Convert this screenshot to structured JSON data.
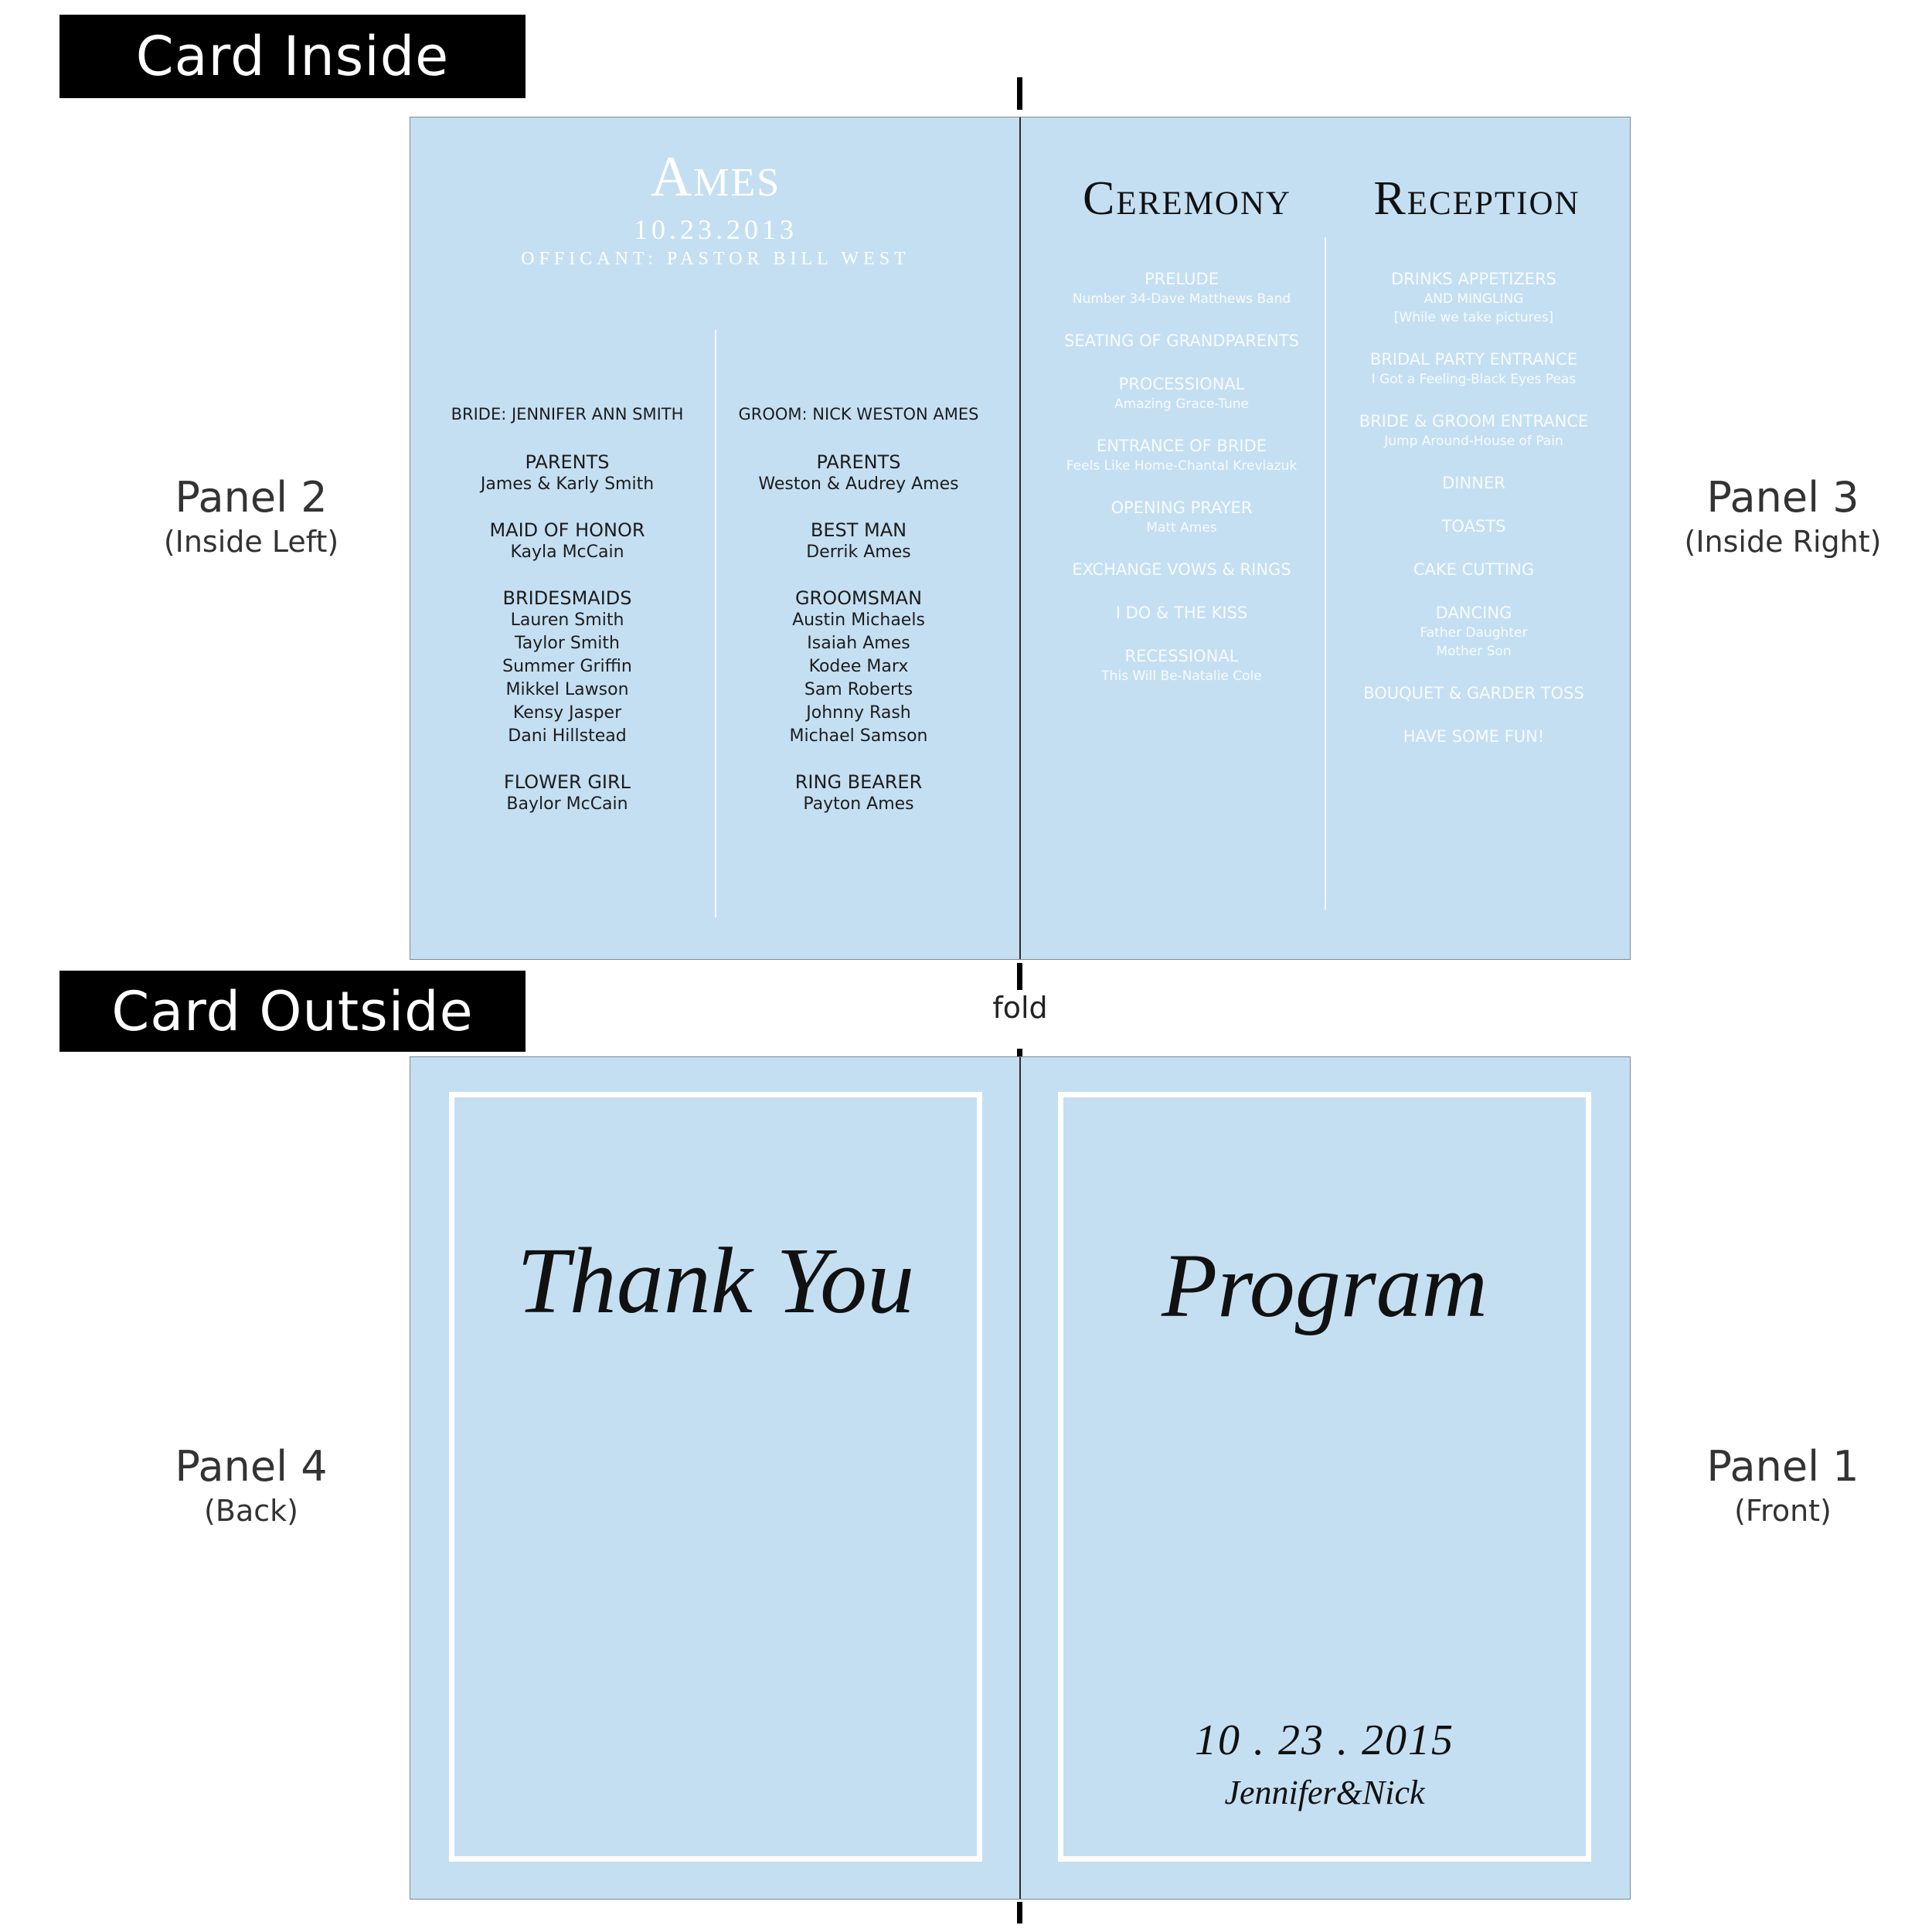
{
  "labels": {
    "card_inside": "Card Inside",
    "card_outside": "Card Outside",
    "fold": "fold",
    "panel2": {
      "name": "Panel 2",
      "desc": "(Inside Left)"
    },
    "panel3": {
      "name": "Panel 3",
      "desc": "(Inside Right)"
    },
    "panel4": {
      "name": "Panel 4",
      "desc": "(Back)"
    },
    "panel1": {
      "name": "Panel 1",
      "desc": "(Front)"
    }
  },
  "inside_left": {
    "surname": "Ames",
    "date": "10.23.2013",
    "officiant": "OFFICANT: PASTOR BILL WEST",
    "bride_side": {
      "lead": "BRIDE: JENNIFER ANN SMITH",
      "groups": [
        {
          "role": "PARENTS",
          "names": [
            "James & Karly Smith"
          ]
        },
        {
          "role": "MAID OF HONOR",
          "names": [
            "Kayla McCain"
          ]
        },
        {
          "role": "BRIDESMAIDS",
          "names": [
            "Lauren Smith",
            "Taylor Smith",
            "Summer Griffin",
            "Mikkel Lawson",
            "Kensy Jasper",
            "Dani Hillstead"
          ]
        },
        {
          "role": "FLOWER GIRL",
          "names": [
            "Baylor McCain"
          ]
        }
      ]
    },
    "groom_side": {
      "lead": "GROOM: NICK WESTON AMES",
      "groups": [
        {
          "role": "PARENTS",
          "names": [
            "Weston & Audrey Ames"
          ]
        },
        {
          "role": "BEST MAN",
          "names": [
            "Derrik Ames"
          ]
        },
        {
          "role": "GROOMSMAN",
          "names": [
            "Austin Michaels",
            "Isaiah Ames",
            "Kodee Marx",
            "Sam Roberts",
            "Johnny Rash",
            "Michael Samson"
          ]
        },
        {
          "role": "RING BEARER",
          "names": [
            "Payton Ames"
          ]
        }
      ]
    }
  },
  "inside_right": {
    "ceremony_title": "Ceremony",
    "reception_title": "Reception",
    "ceremony": [
      {
        "title": "PRELUDE",
        "sub": [
          "Number 34-Dave Matthews Band"
        ]
      },
      {
        "title": "SEATING OF GRANDPARENTS",
        "sub": []
      },
      {
        "title": "PROCESSIONAL",
        "sub": [
          "Amazing Grace-Tune"
        ]
      },
      {
        "title": "ENTRANCE OF BRIDE",
        "sub": [
          "Feels Like Home-Chantal Kreviazuk"
        ]
      },
      {
        "title": "OPENING PRAYER",
        "sub": [
          "Matt Ames"
        ]
      },
      {
        "title": "EXCHANGE VOWS & RINGS",
        "sub": []
      },
      {
        "title": "I DO & THE KISS",
        "sub": []
      },
      {
        "title": "RECESSIONAL",
        "sub": [
          "This Will Be-Natalie Cole"
        ]
      }
    ],
    "reception": [
      {
        "title": "DRINKS APPETIZERS",
        "sub": [
          "AND MINGLING",
          "[While we take pictures]"
        ]
      },
      {
        "title": "BRIDAL PARTY ENTRANCE",
        "sub": [
          "I Got a Feeling-Black Eyes Peas"
        ]
      },
      {
        "title": "BRIDE & GROOM ENTRANCE",
        "sub": [
          "Jump Around-House of Pain"
        ]
      },
      {
        "title": "DINNER",
        "sub": []
      },
      {
        "title": "TOASTS",
        "sub": []
      },
      {
        "title": "CAKE CUTTING",
        "sub": []
      },
      {
        "title": "DANCING",
        "sub": [
          "Father Daughter",
          "Mother Son"
        ]
      },
      {
        "title": "BOUQUET & GARDER TOSS",
        "sub": []
      },
      {
        "title": "HAVE SOME FUN!",
        "sub": []
      }
    ]
  },
  "outside": {
    "back_title": "Thank You",
    "front_title": "Program",
    "front_date": "10 . 23 . 2015",
    "front_names": "Jennifer&Nick"
  },
  "colors": {
    "card": "#c5dff2",
    "label_bar": "#000000",
    "frame": "#ffffff"
  }
}
